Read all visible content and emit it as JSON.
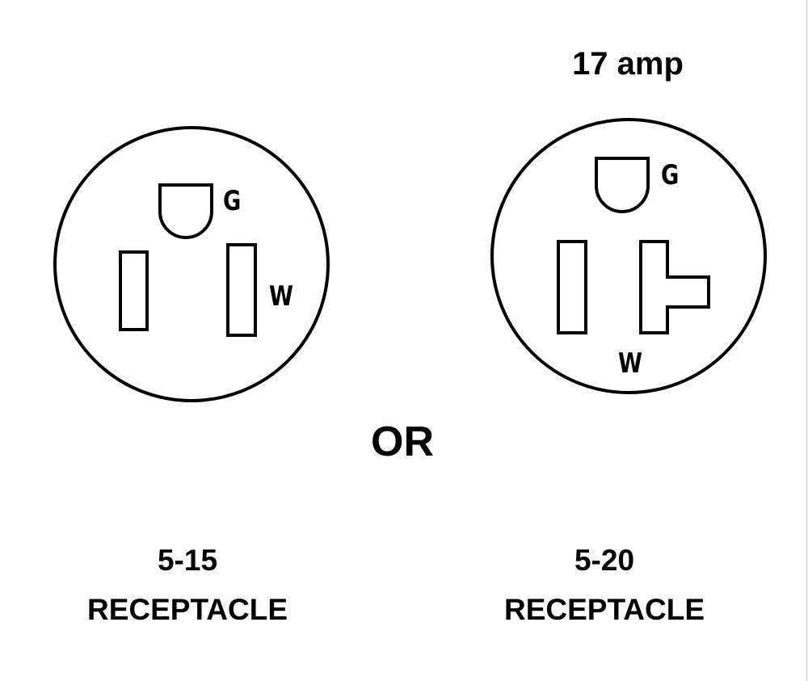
{
  "amp_label": "17 amp",
  "or_label": "OR",
  "receptacles": [
    {
      "model": "5-15",
      "name": "RECEPTACLE",
      "ground_label": "G",
      "neutral_label": "W"
    },
    {
      "model": "5-20",
      "name": "RECEPTACLE",
      "ground_label": "G",
      "neutral_label": "W"
    }
  ],
  "colors": {
    "stroke": "#000000",
    "background": "#ffffff"
  }
}
